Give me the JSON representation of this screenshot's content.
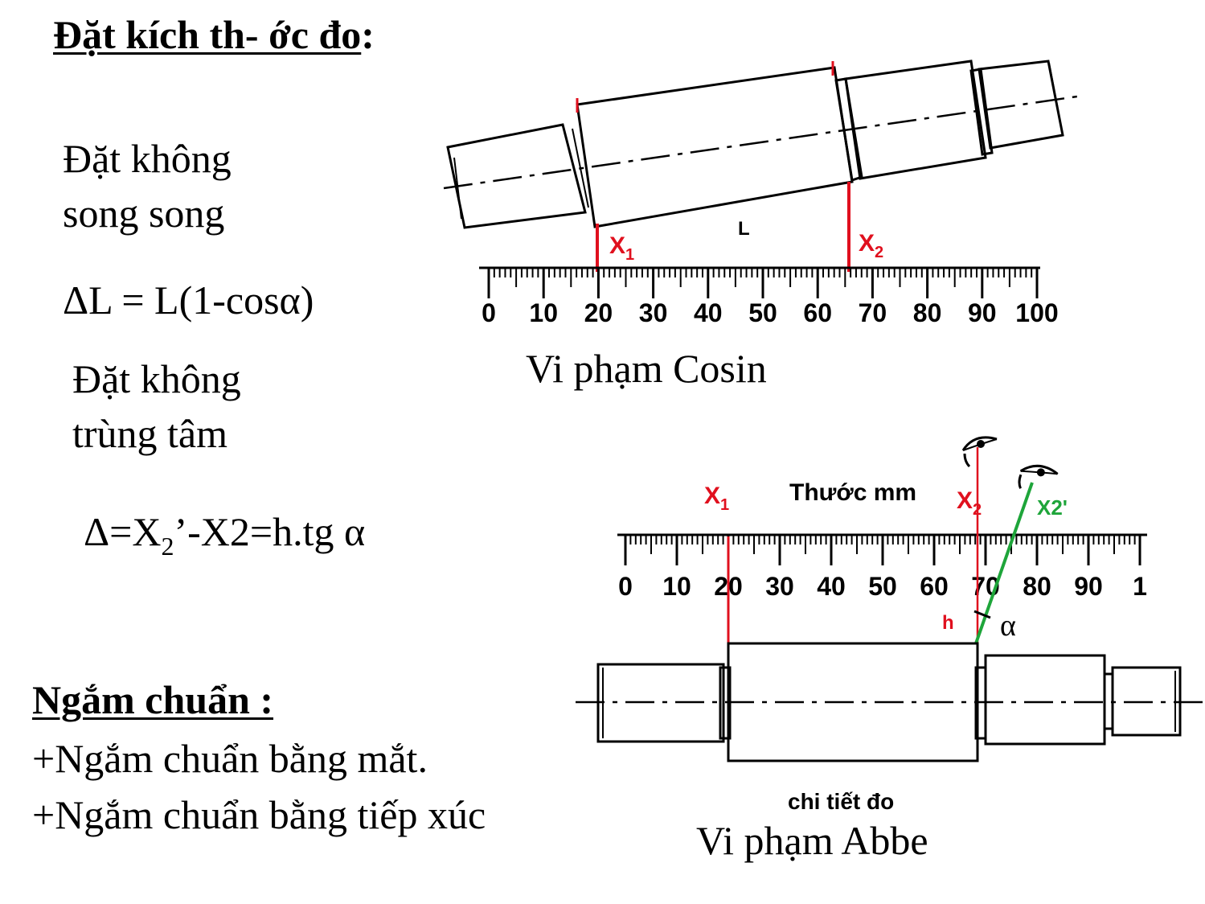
{
  "title": {
    "main": "Đặt kích th- ớc đo",
    "colon": ":"
  },
  "left_text": {
    "line1": "Đặt không",
    "line2": "song song",
    "formula1": "ΔL = L(1-cosα)",
    "line3": "Đặt không",
    "line4": "trùng tâm",
    "formula2_a": "Δ=X",
    "formula2_sub": "2",
    "formula2_b": "’-X2=h.tg α"
  },
  "bottom_text": {
    "heading": "Ngắm chuẩn :",
    "item1": "+Ngắm chuẩn bằng mắt.",
    "item2": "+Ngắm chuẩn bằng tiếp xúc"
  },
  "cosine_figure": {
    "caption": "Vi phạm Cosin",
    "length_label": "L",
    "x1_label": "X",
    "x1_sub": "1",
    "x2_label": "X",
    "x2_sub": "2",
    "ruler_numbers": [
      "0",
      "10",
      "20",
      "30",
      "40",
      "50",
      "60",
      "70",
      "80",
      "90",
      "100"
    ]
  },
  "abbe_figure": {
    "caption": "Vi phạm Abbe",
    "ruler_title": "Thước mm",
    "part_label": "chi tiết đo",
    "x1_label": "X",
    "x1_sub": "1",
    "x2_label": "X",
    "x2_sub": "2",
    "x2_prime_label": "X2'",
    "h_label": "h",
    "alpha_label": "α",
    "ruler_numbers": [
      "0",
      "10",
      "20",
      "30",
      "40",
      "50",
      "60",
      "70",
      "80",
      "90",
      "1"
    ]
  },
  "colors": {
    "red": "#e0101e",
    "green": "#1ea53a",
    "black": "#000000"
  }
}
